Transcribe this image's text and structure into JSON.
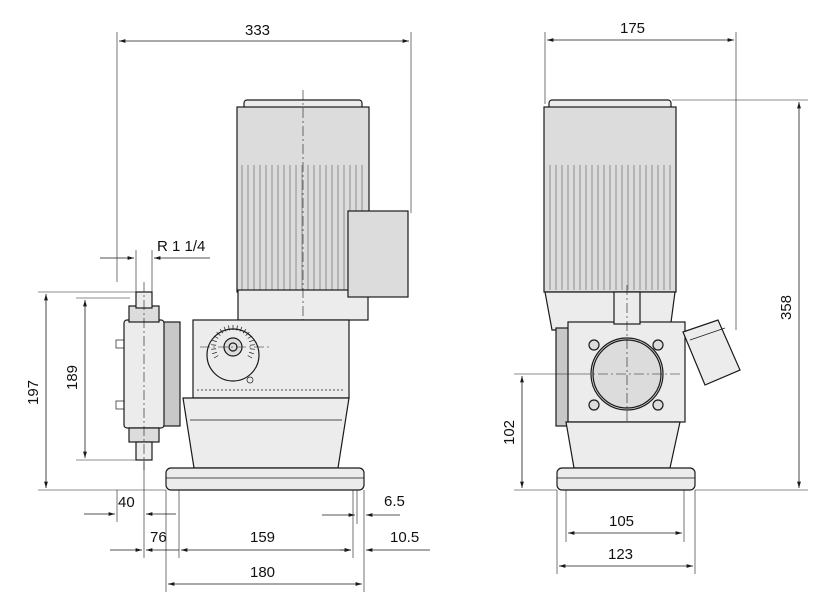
{
  "dimensions": {
    "width_total": "333",
    "side_width": "175",
    "height_total": "358",
    "thread": "R 1 1/4",
    "height_197": "197",
    "height_189": "189",
    "height_102": "102",
    "offset_40": "40",
    "offset_76": "76",
    "base_159": "159",
    "base_180": "180",
    "foot_6_5": "6.5",
    "foot_10_5": "10.5",
    "side_105": "105",
    "side_123": "123"
  }
}
